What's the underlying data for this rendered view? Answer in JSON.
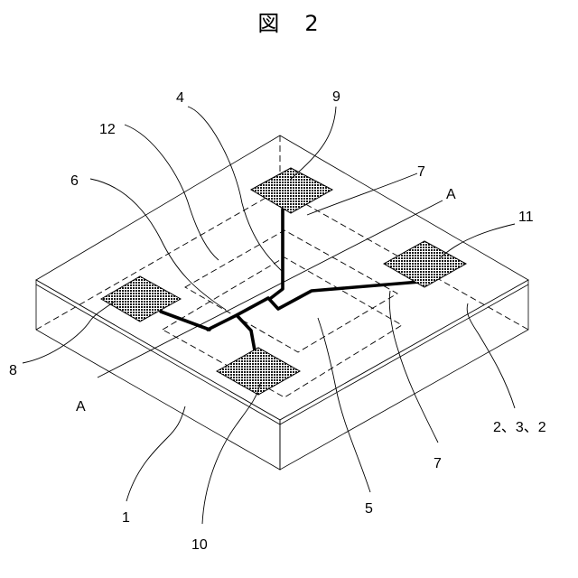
{
  "figure": {
    "title": "図　2"
  },
  "labels": {
    "substrate": "1",
    "layers": "2、3、2",
    "wiring_layer": "4",
    "dashed_region": "5",
    "conductor_6": "6",
    "conductor_7_top": "7",
    "conductor_7_bottom": "7",
    "pad_8": "8",
    "pad_9": "9",
    "pad_10": "10",
    "pad_11": "11",
    "region_12": "12",
    "section_a_top": "A",
    "section_a_bottom": "A"
  }
}
